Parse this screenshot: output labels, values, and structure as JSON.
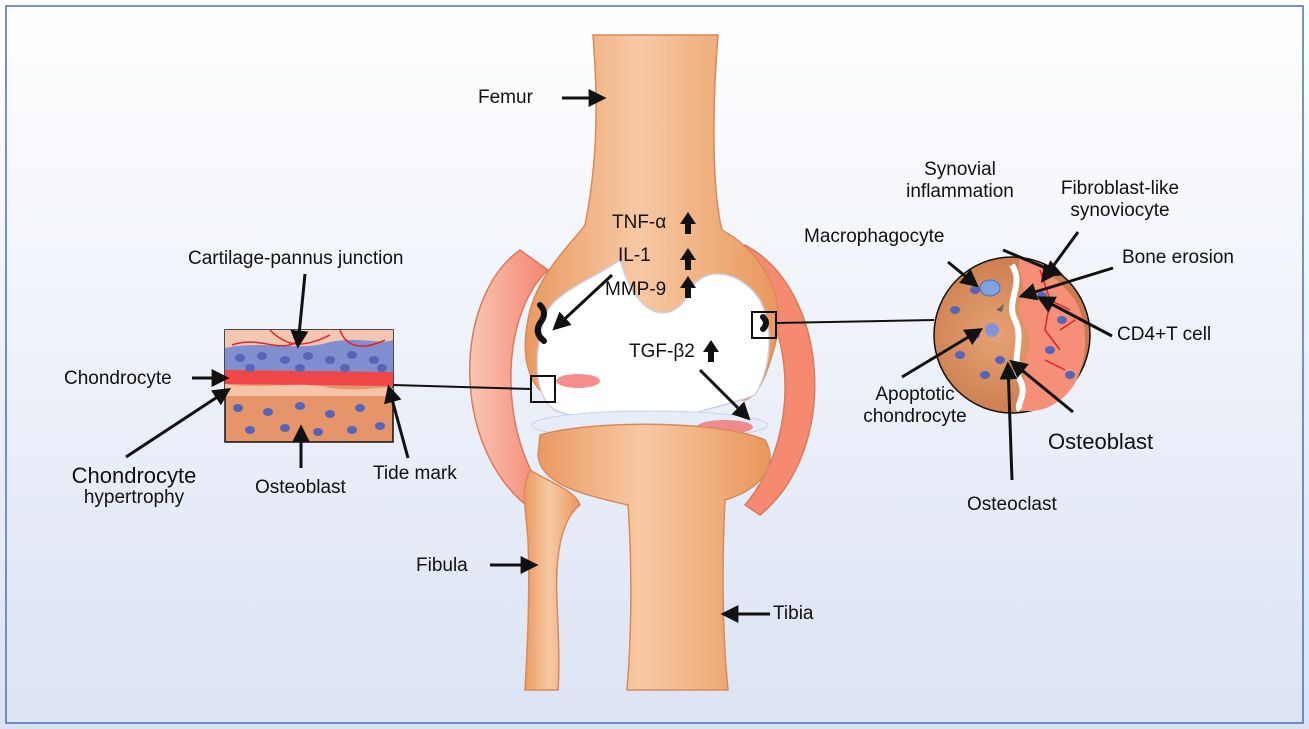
{
  "labels": {
    "femur": "Femur",
    "fibula": "Fibula",
    "tibia": "Tibia",
    "tnf": "TNF-α",
    "il1": "IL-1",
    "mmp9": "MMP-9",
    "tgf": "TGF-β2",
    "cartilage_pannus": "Cartilage-pannus junction",
    "chondrocyte": "Chondrocyte",
    "chondrocyte_hypertrophy_line1": "Chondrocyte",
    "chondrocyte_hypertrophy_line2": "hypertrophy",
    "osteoblast_left": "Osteoblast",
    "tide_mark": "Tide mark",
    "synovial_line1": "Synovial",
    "synovial_line2": "inflammation",
    "fibroblast_line1": "Fibroblast-like",
    "fibroblast_line2": "synoviocyte",
    "macrophagocyte": "Macrophagocyte",
    "bone_erosion": "Bone erosion",
    "cd4": "CD4+T cell",
    "apoptotic_line1": "Apoptotic",
    "apoptotic_line2": "chondrocyte",
    "osteoblast_right": "Osteoblast",
    "osteoclast": "Osteoclast"
  },
  "colors": {
    "bone": "#f2b07f",
    "bone_dark": "#e0905a",
    "cartilage": "#ffffff",
    "synovium": "#f7a080",
    "inflammation_red": "#ef3b3b",
    "cell_blue": "#6f7fd0",
    "frame_blue": "#4a6fb8",
    "background_bottom": "#dfe6f4"
  }
}
